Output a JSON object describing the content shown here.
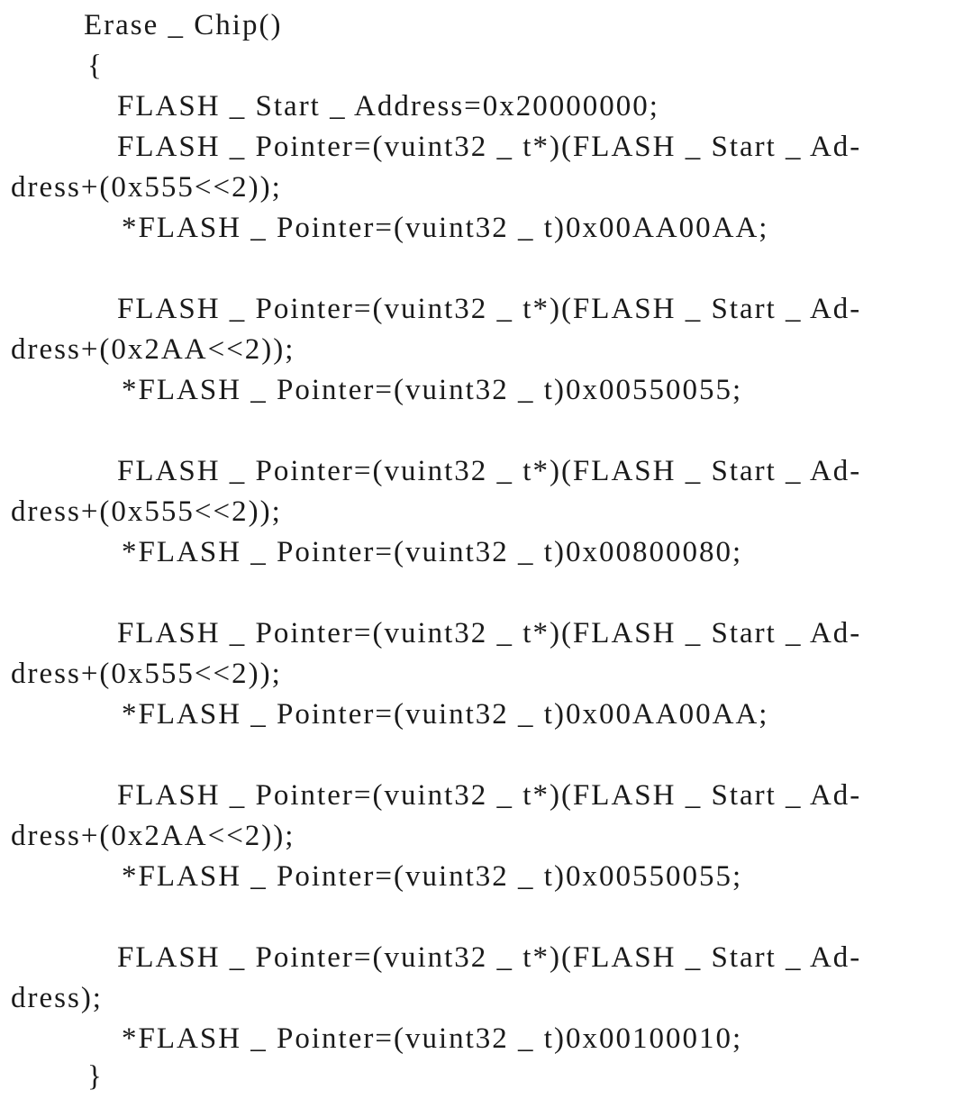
{
  "code": {
    "lines": [
      "Erase _ Chip()",
      "{",
      "FLASH _ Start _ Address=0x20000000;",
      "FLASH _ Pointer=(vuint32 _ t*)(FLASH _ Start _ Ad-",
      "dress+(0x555<<2));",
      "*FLASH _ Pointer=(vuint32 _ t)0x00AA00AA;",
      "FLASH _ Pointer=(vuint32 _ t*)(FLASH _ Start _ Ad-",
      "dress+(0x2AA<<2));",
      "*FLASH _ Pointer=(vuint32 _ t)0x00550055;",
      "FLASH _ Pointer=(vuint32 _ t*)(FLASH _ Start _ Ad-",
      "dress+(0x555<<2));",
      "*FLASH _ Pointer=(vuint32 _ t)0x00800080;",
      "FLASH _ Pointer=(vuint32 _ t*)(FLASH _ Start _ Ad-",
      "dress+(0x555<<2));",
      "*FLASH _ Pointer=(vuint32 _ t)0x00AA00AA;",
      "FLASH _ Pointer=(vuint32 _ t*)(FLASH _ Start _ Ad-",
      "dress+(0x2AA<<2));",
      "*FLASH _ Pointer=(vuint32 _ t)0x00550055;",
      "FLASH _ Pointer=(vuint32 _ t*)(FLASH _ Start _ Ad-",
      "dress);",
      "*FLASH _ Pointer=(vuint32 _ t)0x00100010;",
      "}"
    ]
  }
}
